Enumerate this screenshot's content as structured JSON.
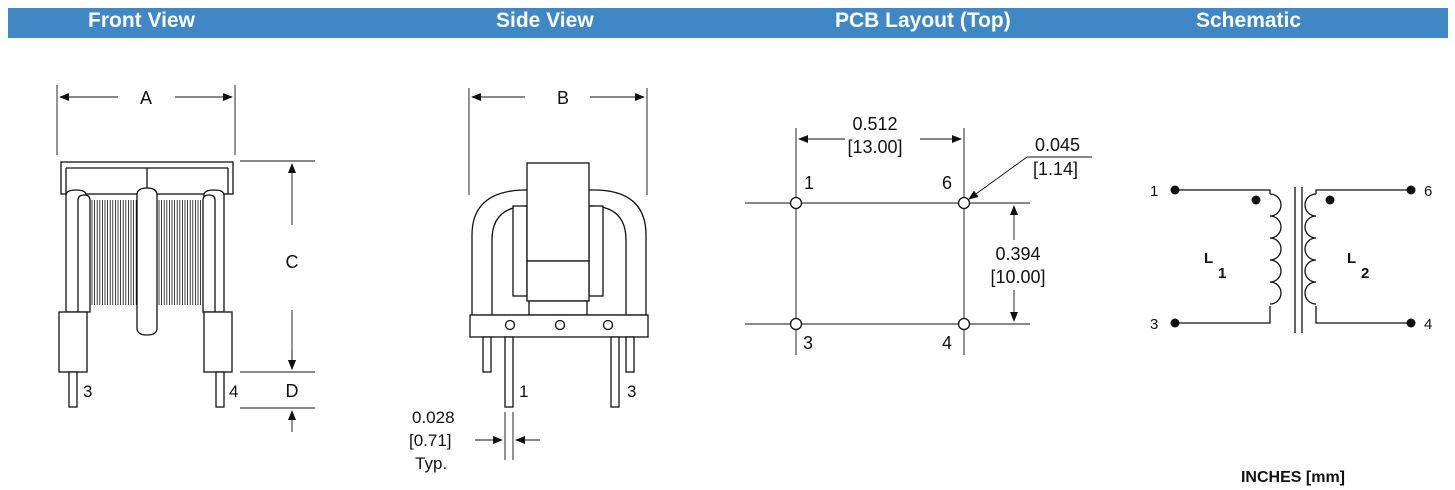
{
  "headers": {
    "front": "Front  View",
    "side": "Side View",
    "pcb": "PCB Layout (Top)",
    "schematic": "Schematic"
  },
  "front_view": {
    "dim_a": "A",
    "dim_c": "C",
    "dim_d": "D",
    "pin_left": "3",
    "pin_right": "4"
  },
  "side_view": {
    "dim_b": "B",
    "pin_left": "1",
    "pin_right": "3",
    "pin_width_in": "0.028",
    "pin_width_mm": "[0.71]",
    "pin_width_note": "Typ."
  },
  "pcb_layout": {
    "width_in": "0.512",
    "width_mm": "[13.00]",
    "hole_in": "0.045",
    "hole_mm": "[1.14]",
    "height_in": "0.394",
    "height_mm": "[10.00]",
    "pin_top_left": "1",
    "pin_top_right": "6",
    "pin_bottom_left": "3",
    "pin_bottom_right": "4"
  },
  "schematic": {
    "pin_top_left": "1",
    "pin_top_right": "6",
    "pin_bottom_left": "3",
    "pin_bottom_right": "4",
    "l1_letter": "L",
    "l1_sub": "1",
    "l2_letter": "L",
    "l2_sub": "2"
  },
  "units_note": "INCHES [mm]",
  "colors": {
    "header_bg": "#3f87c5",
    "header_text": "#ffffff",
    "line": "#111111"
  }
}
